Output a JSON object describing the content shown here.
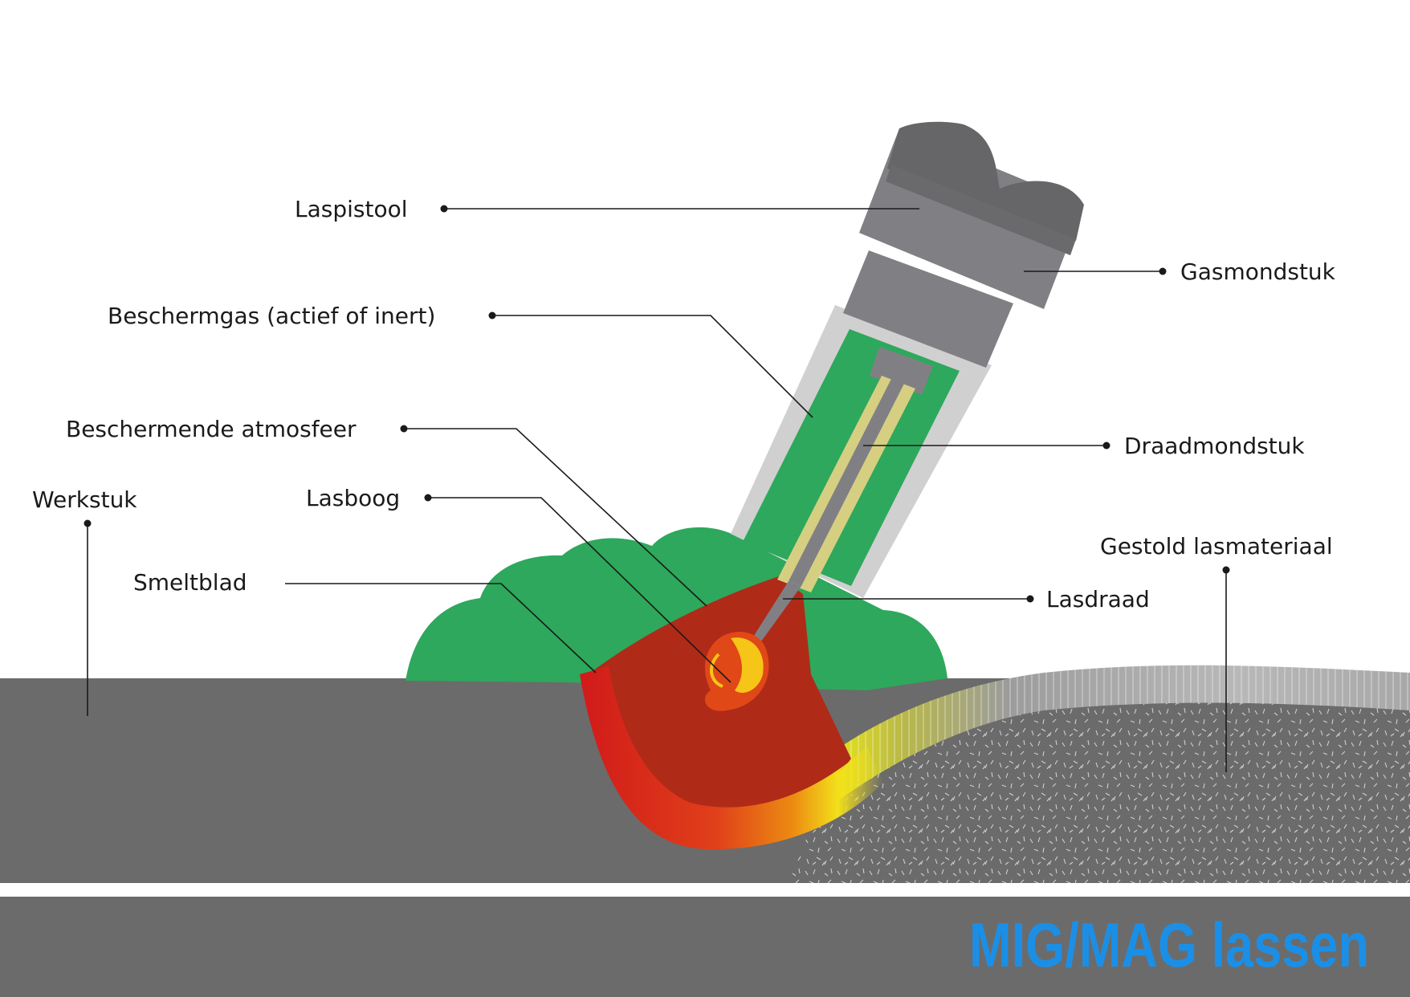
{
  "title": "MIG/MAG lassen",
  "labels": {
    "laspistool": "Laspistool",
    "gasmondstuk": "Gasmondstuk",
    "beschermgas": "Beschermgas (actief of inert)",
    "beschermende_atmosfeer": "Beschermende atmosfeer",
    "draadmondstuk": "Draadmondstuk",
    "werkstuk": "Werkstuk",
    "lasboog": "Lasboog",
    "gestold_lasmateriaal": "Gestold lasmateriaal",
    "smeltblad": "Smeltblad",
    "lasdraad": "Lasdraad"
  },
  "colors": {
    "workpiece": "#6b6b6b",
    "torch_dark": "#666669",
    "torch": "#808084",
    "shield_gas": "#2ea85c",
    "nozzle_wall": "#d0d0d0",
    "wire": "#d6cf82",
    "weld_pool": "#b02a18",
    "molten_edge": "#d11a1a",
    "arc": "#f5c518",
    "title": "#1b8fe6"
  }
}
